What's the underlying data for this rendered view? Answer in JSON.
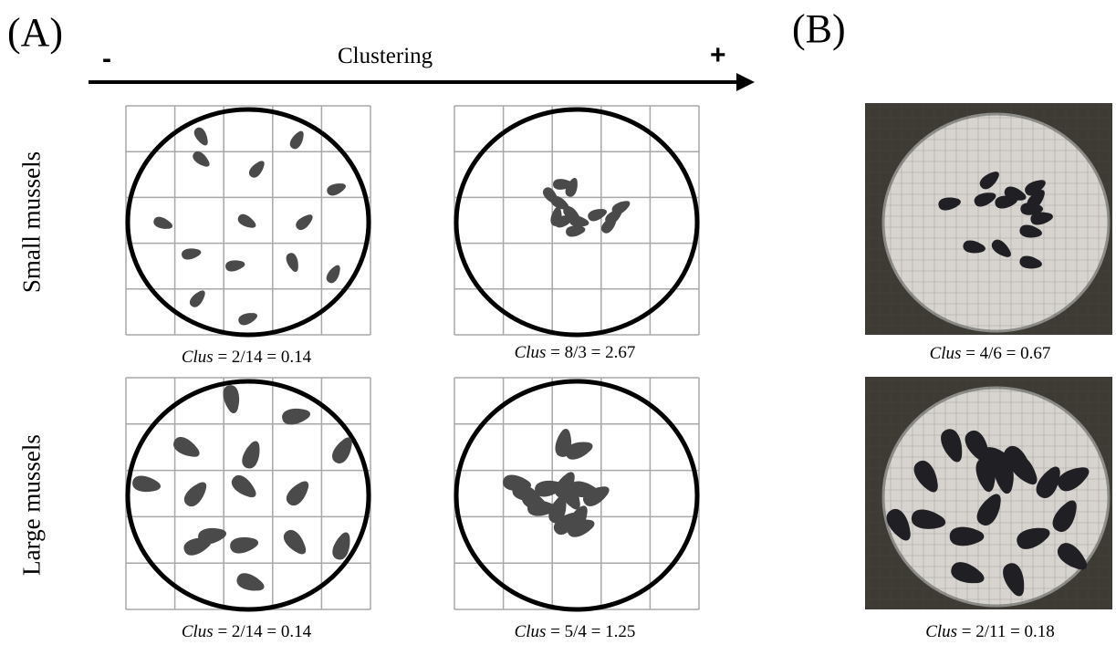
{
  "panels": {
    "a": "(A)",
    "b": "(B)"
  },
  "axis": {
    "title": "Clustering",
    "minus": "-",
    "plus": "+"
  },
  "rows": {
    "small": "Small mussels",
    "large": "Large mussels"
  },
  "captions": {
    "var": "Clus",
    "a_small_dispersed": "= 2/14 = 0.14",
    "a_small_clustered": "= 8/3 = 2.67",
    "b_small": "= 4/6 = 0.67",
    "a_large_dispersed": "= 2/14 = 0.14",
    "a_large_clustered": "= 5/4 = 1.25",
    "b_large": "= 2/11 = 0.18"
  },
  "colors": {
    "grid": "#a8a8a8",
    "ring": "#000000",
    "mussel": "#4a4a4a",
    "photo_bg": "#d7d4cf",
    "photo_frame": "#3e3a34"
  }
}
